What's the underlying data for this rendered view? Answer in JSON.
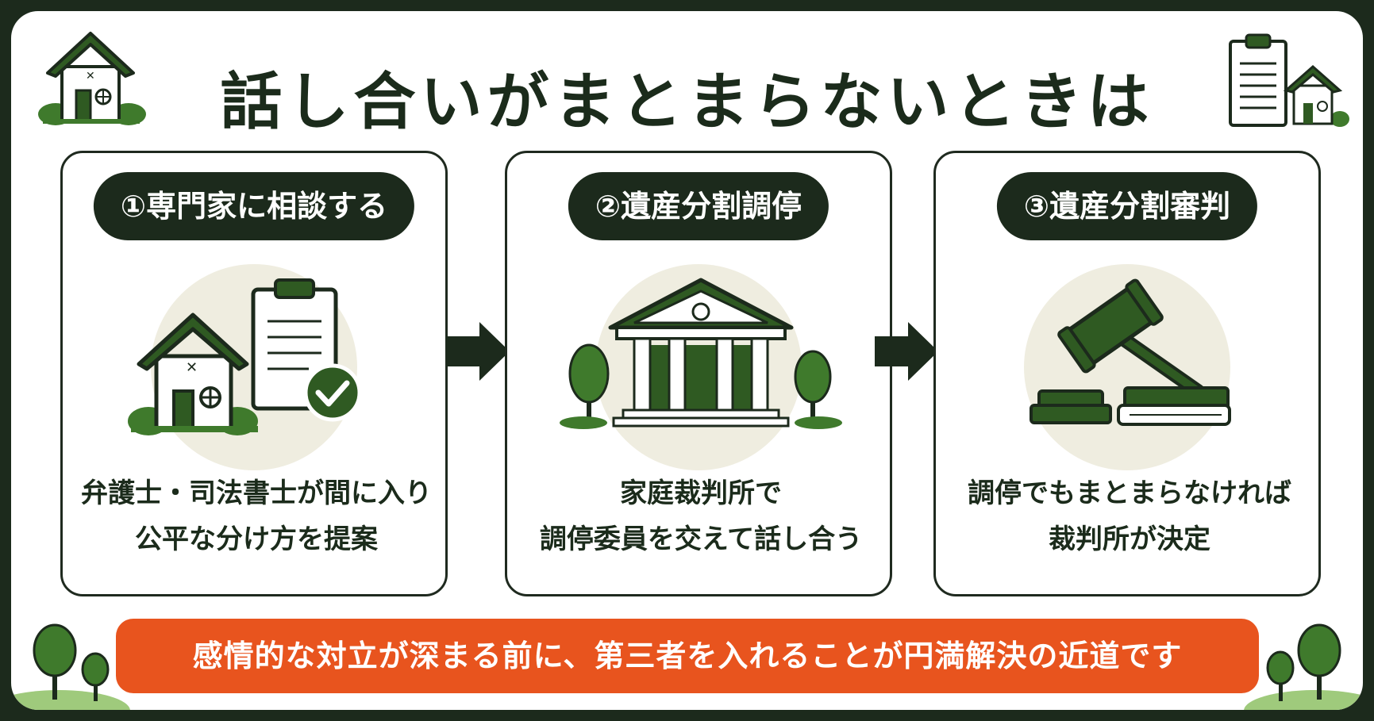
{
  "title": "話し合いがまとまらないときは",
  "steps": [
    {
      "label": "①専門家に相談する",
      "lines": [
        "弁護士・司法書士が間に入り",
        "公平な分け方を提案"
      ]
    },
    {
      "label": "②遺産分割調停",
      "lines": [
        "家庭裁判所で",
        "調停委員を交えて話し合う"
      ]
    },
    {
      "label": "③遺産分割審判",
      "lines": [
        "調停でもまとまらなければ",
        "裁判所が決定"
      ]
    }
  ],
  "banner": "感情的な対立が深まる前に、第三者を入れることが円満解決の近道です",
  "colors": {
    "dark": "#1c2a1c",
    "green": "#2f5a22",
    "accent": "#e8541e",
    "circle_bg": "#efede0"
  },
  "icons": [
    "house-icon",
    "clipboard-icon",
    "checkmark-icon",
    "courthouse-icon",
    "gavel-icon",
    "book-icon",
    "tree-icon",
    "arrow-right-icon"
  ]
}
